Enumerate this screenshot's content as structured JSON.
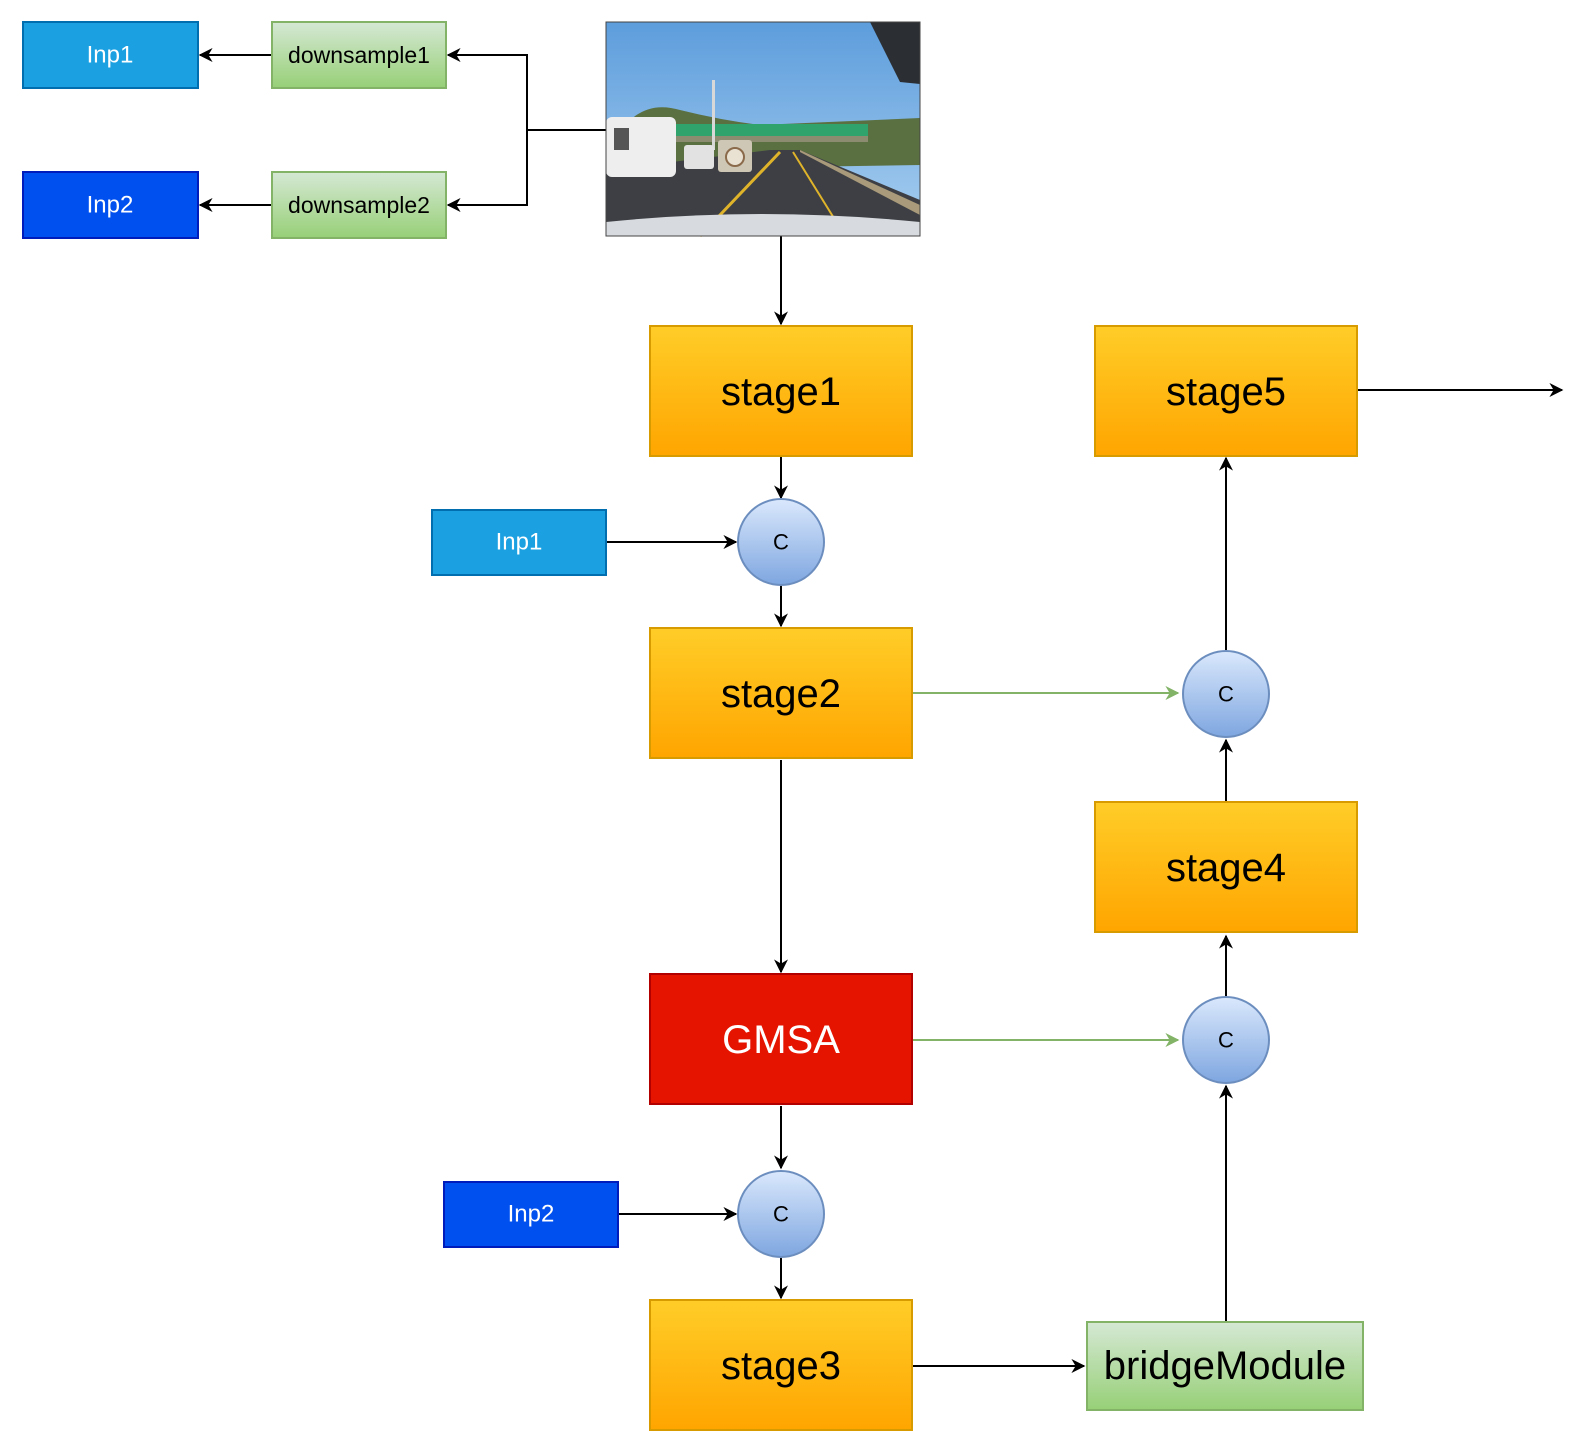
{
  "nodes": {
    "inp1_top": {
      "label": "Inp1",
      "kind": "input-light"
    },
    "inp2_top": {
      "label": "Inp2",
      "kind": "input-dark"
    },
    "downsample1": {
      "label": "downsample1",
      "kind": "module"
    },
    "downsample2": {
      "label": "downsample2",
      "kind": "module"
    },
    "road_image": {
      "label": "road scene input image",
      "kind": "image"
    },
    "stage1": {
      "label": "stage1",
      "kind": "stage"
    },
    "stage2": {
      "label": "stage2",
      "kind": "stage"
    },
    "stage3": {
      "label": "stage3",
      "kind": "stage"
    },
    "stage4": {
      "label": "stage4",
      "kind": "stage"
    },
    "stage5": {
      "label": "stage5",
      "kind": "stage"
    },
    "gmsa": {
      "label": "GMSA",
      "kind": "attention"
    },
    "bridge": {
      "label": "bridgeModule",
      "kind": "module"
    },
    "inp1_mid": {
      "label": "Inp1",
      "kind": "input-light"
    },
    "inp2_mid": {
      "label": "Inp2",
      "kind": "input-dark"
    },
    "concat1": {
      "label": "C",
      "kind": "concat"
    },
    "concat2": {
      "label": "C",
      "kind": "concat"
    },
    "concat3": {
      "label": "C",
      "kind": "concat"
    },
    "concat4": {
      "label": "C",
      "kind": "concat"
    }
  },
  "edges": [
    {
      "from": "road_image",
      "to": "downsample1",
      "style": "black"
    },
    {
      "from": "road_image",
      "to": "downsample2",
      "style": "black"
    },
    {
      "from": "downsample1",
      "to": "inp1_top",
      "style": "black"
    },
    {
      "from": "downsample2",
      "to": "inp2_top",
      "style": "black"
    },
    {
      "from": "road_image",
      "to": "stage1",
      "style": "black"
    },
    {
      "from": "stage1",
      "to": "concat1",
      "style": "black"
    },
    {
      "from": "inp1_mid",
      "to": "concat1",
      "style": "black"
    },
    {
      "from": "concat1",
      "to": "stage2",
      "style": "black"
    },
    {
      "from": "stage2",
      "to": "gmsa",
      "style": "black"
    },
    {
      "from": "stage2",
      "to": "concat3",
      "style": "green"
    },
    {
      "from": "gmsa",
      "to": "concat2",
      "style": "black"
    },
    {
      "from": "inp2_mid",
      "to": "concat2",
      "style": "black"
    },
    {
      "from": "concat2",
      "to": "stage3",
      "style": "black"
    },
    {
      "from": "gmsa",
      "to": "concat4",
      "style": "green"
    },
    {
      "from": "stage3",
      "to": "bridge",
      "style": "black"
    },
    {
      "from": "bridge",
      "to": "concat4",
      "style": "black"
    },
    {
      "from": "concat4",
      "to": "stage4",
      "style": "black"
    },
    {
      "from": "stage4",
      "to": "concat3",
      "style": "black"
    },
    {
      "from": "concat3",
      "to": "stage5",
      "style": "black"
    },
    {
      "from": "stage5",
      "to": "output",
      "style": "black"
    }
  ],
  "colors": {
    "input_light": "#1ba1e2",
    "input_dark": "#0050ef",
    "module_fill_top": "#d5e8d4",
    "module_fill_bottom": "#97d077",
    "module_stroke": "#82b366",
    "stage_fill_top": "#ffcd28",
    "stage_fill_bottom": "#ffa500",
    "stage_stroke": "#d79b00",
    "gmsa_fill": "#e51400",
    "gmsa_stroke": "#b20000",
    "concat_fill_top": "#dae8fc",
    "concat_fill_bottom": "#7ea6e0",
    "concat_stroke": "#6c8ebf",
    "skip_edge": "#82b366",
    "edge": "#000000"
  }
}
